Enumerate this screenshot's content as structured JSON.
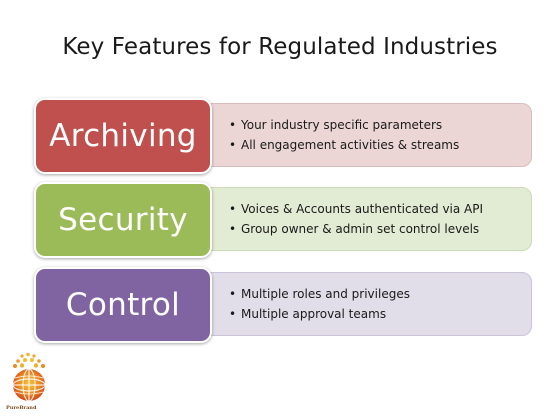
{
  "slide": {
    "title": "Key Features for Regulated Industries"
  },
  "features": [
    {
      "label": "Archiving",
      "color": "#c0504d",
      "bullets": [
        "Your industry specific parameters",
        "All engagement activities & streams"
      ]
    },
    {
      "label": "Security",
      "color": "#9bbb59",
      "bullets": [
        "Voices & Accounts authenticated via API",
        "Group owner & admin set control levels"
      ]
    },
    {
      "label": "Control",
      "color": "#8064a2",
      "bullets": [
        "Multiple roles and privileges",
        "Multiple approval teams"
      ]
    }
  ],
  "logo": {
    "icon": "globe-logo-icon",
    "text": "PureBrand"
  }
}
